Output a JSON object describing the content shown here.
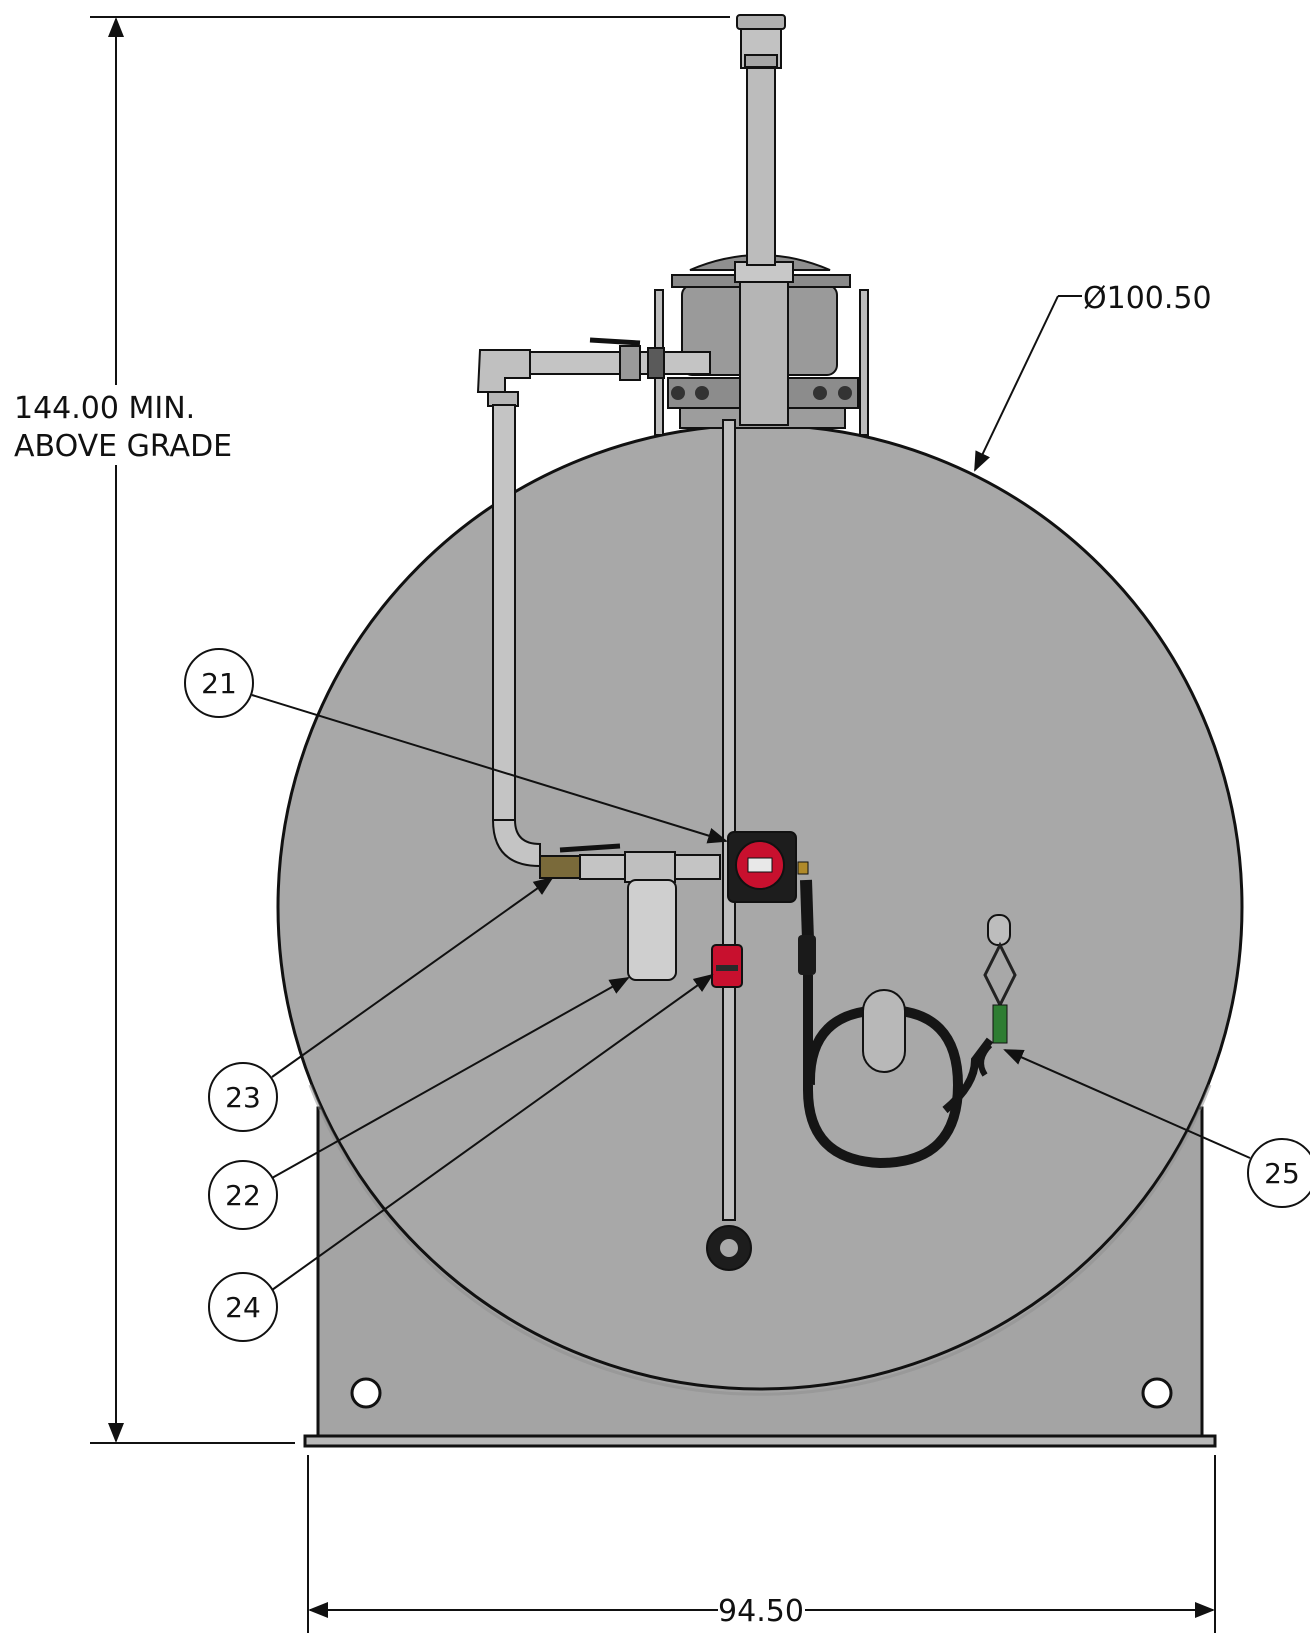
{
  "dimensions": {
    "height_line1": "144.00 MIN.",
    "height_line2": "ABOVE GRADE",
    "diameter": "Ø100.50",
    "width": "94.50"
  },
  "callouts": [
    {
      "label": "21"
    },
    {
      "label": "22"
    },
    {
      "label": "23"
    },
    {
      "label": "24"
    },
    {
      "label": "25"
    }
  ],
  "colors": {
    "tank": "#a8a8a8",
    "saddle": "#a4a4a4",
    "pipe": "#c4c4c4",
    "line": "#111111",
    "gauge_red": "#c8102e",
    "hose": "#151515"
  }
}
